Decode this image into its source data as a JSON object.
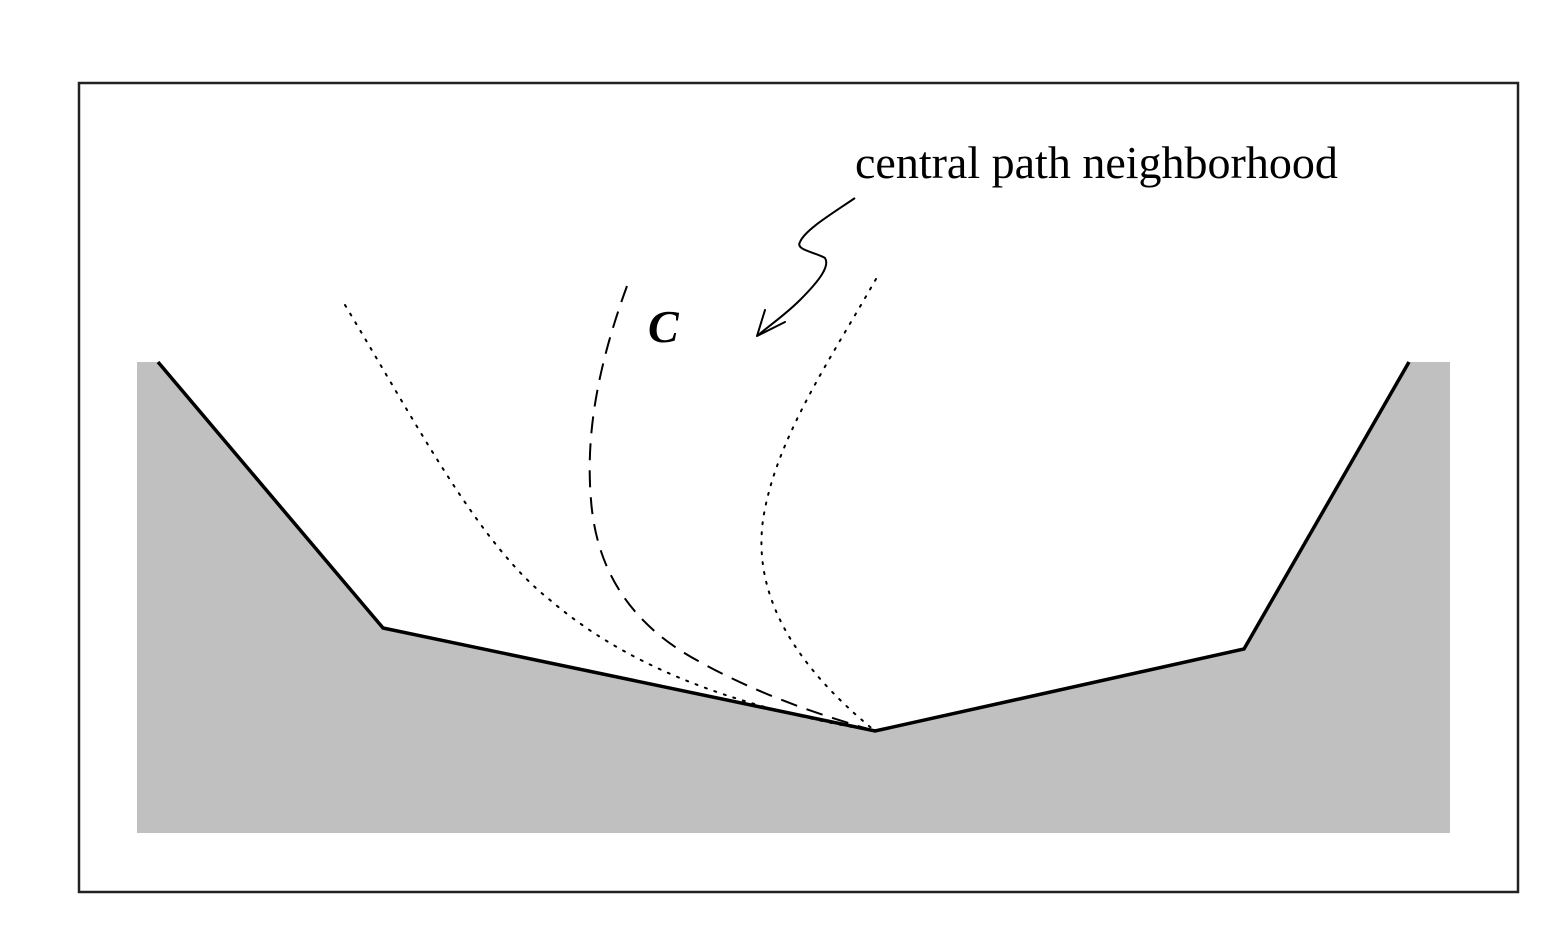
{
  "diagram": {
    "annotation": "central path neighborhood",
    "curve_label": "C",
    "colors": {
      "feasible_region_fill": "#c0c0c0",
      "boundary_stroke": "#000000",
      "frame_stroke": "#222222",
      "background": "#ffffff"
    },
    "line_styles": {
      "central_path": "dashed",
      "neighborhood_boundaries": "dotted",
      "constraint_boundary": "solid-thick",
      "annotation_pointer": "solid-thin-with-arrowhead"
    }
  }
}
